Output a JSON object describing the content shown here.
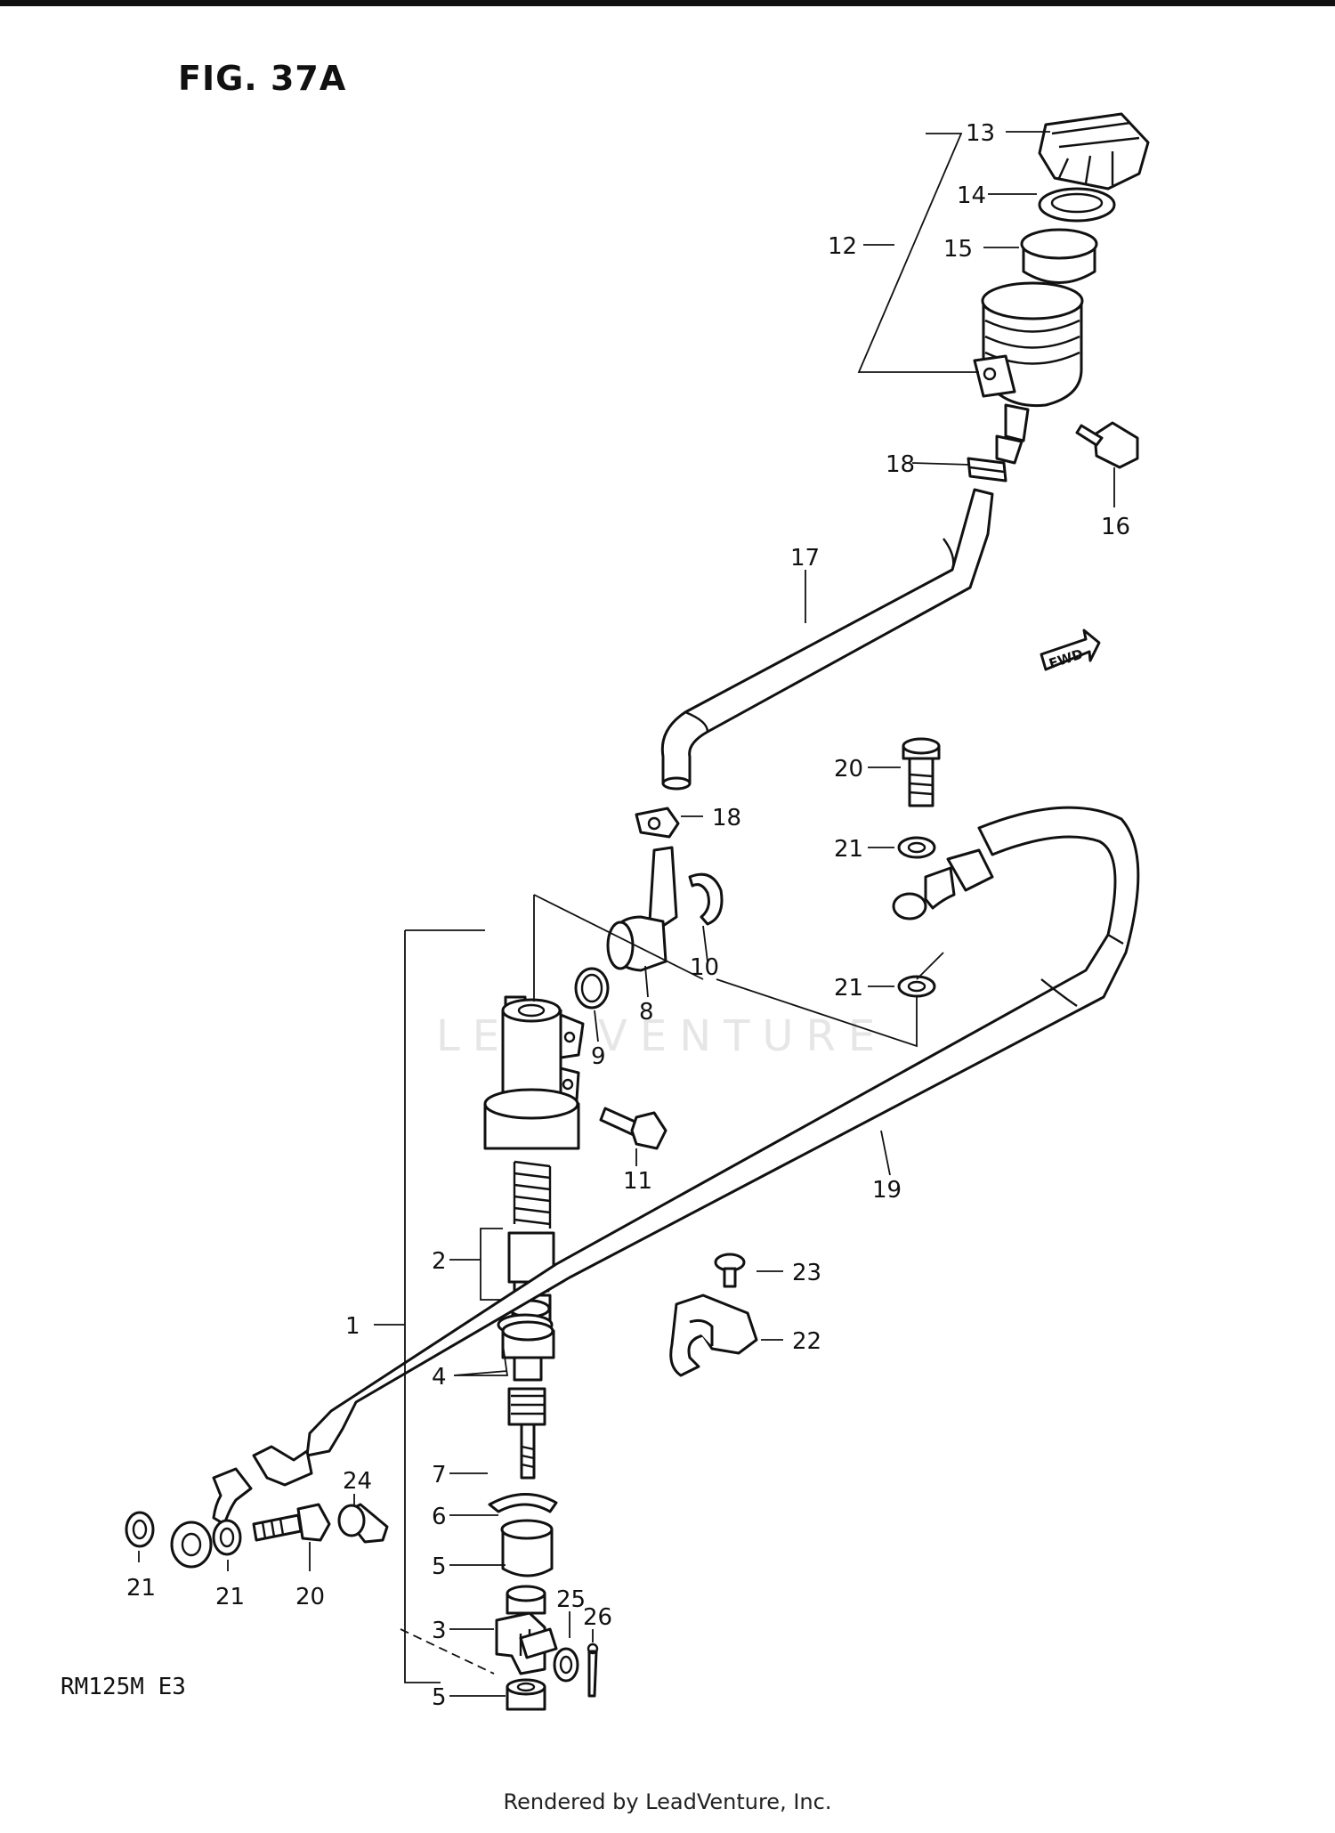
{
  "figure": {
    "title": "FIG. 37A",
    "model": "RM125M E3",
    "watermark": "LEADVENTURE",
    "footer": "Rendered by LeadVenture, Inc.",
    "direction_badge": "FWD"
  },
  "callouts": [
    {
      "id": "c13",
      "label": "13"
    },
    {
      "id": "c14",
      "label": "14"
    },
    {
      "id": "c12",
      "label": "12"
    },
    {
      "id": "c15",
      "label": "15"
    },
    {
      "id": "c18a",
      "label": "18"
    },
    {
      "id": "c16",
      "label": "16"
    },
    {
      "id": "c17",
      "label": "17"
    },
    {
      "id": "c20a",
      "label": "20"
    },
    {
      "id": "c18b",
      "label": "18"
    },
    {
      "id": "c21a",
      "label": "21"
    },
    {
      "id": "c10",
      "label": "10"
    },
    {
      "id": "c21b",
      "label": "21"
    },
    {
      "id": "c8",
      "label": "8"
    },
    {
      "id": "c9",
      "label": "9"
    },
    {
      "id": "c11",
      "label": "11"
    },
    {
      "id": "c19",
      "label": "19"
    },
    {
      "id": "c2",
      "label": "2"
    },
    {
      "id": "c23",
      "label": "23"
    },
    {
      "id": "c1",
      "label": "1"
    },
    {
      "id": "c22",
      "label": "22"
    },
    {
      "id": "c4",
      "label": "4"
    },
    {
      "id": "c24",
      "label": "24"
    },
    {
      "id": "c7",
      "label": "7"
    },
    {
      "id": "c6",
      "label": "6"
    },
    {
      "id": "c5a",
      "label": "5"
    },
    {
      "id": "c21c",
      "label": "21"
    },
    {
      "id": "c21d",
      "label": "21"
    },
    {
      "id": "c20b",
      "label": "20"
    },
    {
      "id": "c25",
      "label": "25"
    },
    {
      "id": "c3",
      "label": "3"
    },
    {
      "id": "c26",
      "label": "26"
    },
    {
      "id": "c5b",
      "label": "5"
    }
  ]
}
